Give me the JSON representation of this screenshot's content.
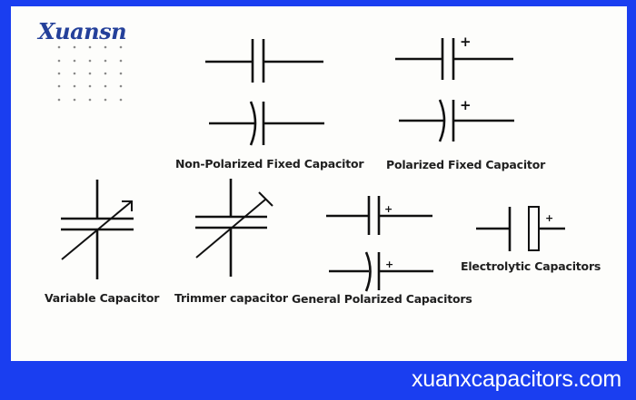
{
  "brand": {
    "name": "Xuansn",
    "color": "#24409a"
  },
  "colors": {
    "background_frame": "#1a3ef0",
    "panel": "#fdfdfb",
    "line": "#111111",
    "footer_text": "#ffffff"
  },
  "symbols": [
    {
      "id": "non-polarized-fixed",
      "label": "Non-Polarized Fixed Capacitor",
      "variants": [
        "straight-plates",
        "curved-plate"
      ]
    },
    {
      "id": "polarized-fixed",
      "label": "Polarized Fixed Capacitor",
      "variants": [
        "straight-plates-plus",
        "curved-plate-plus"
      ],
      "polarity_mark": "+"
    },
    {
      "id": "variable",
      "label": "Variable Capacitor"
    },
    {
      "id": "trimmer",
      "label": "Trimmer capacitor"
    },
    {
      "id": "general-polarized",
      "label": "General Polarized Capacitors",
      "polarity_mark": "+"
    },
    {
      "id": "electrolytic",
      "label": "Electrolytic Capacitors",
      "polarity_mark": "+"
    }
  ],
  "footer": {
    "website": "xuanxcapacitors.com"
  }
}
